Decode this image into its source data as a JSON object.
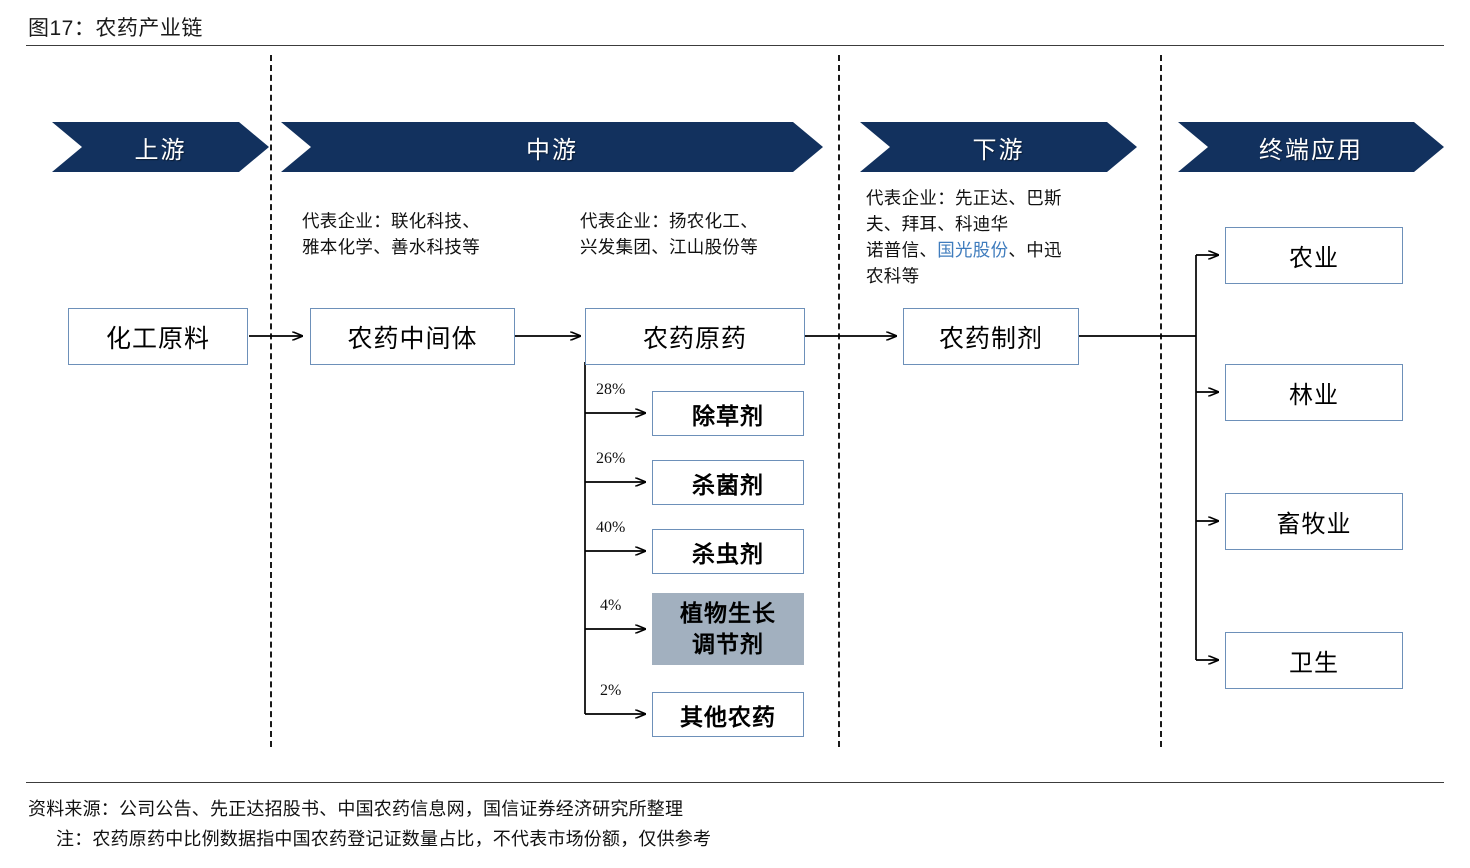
{
  "figure": {
    "title": "图17：农药产业链"
  },
  "stages": [
    {
      "id": "upstream",
      "label": "上游"
    },
    {
      "id": "midstream",
      "label": "中游"
    },
    {
      "id": "downstream",
      "label": "下游"
    },
    {
      "id": "enduse",
      "label": "终端应用"
    }
  ],
  "notes": {
    "intermediate": {
      "line1": "代表企业：联化科技、",
      "line2": "雅本化学、善水科技等"
    },
    "technical": {
      "line1": "代表企业：扬农化工、",
      "line2": "兴发集团、江山股份等"
    },
    "formulation": {
      "line1": "代表企业：先正达、巴斯",
      "line2": "夫、拜耳、科迪华",
      "line3_pre": "诺普信、",
      "line3_highlight": "国光股份",
      "line3_post": "、中迅",
      "line4": "农科等"
    }
  },
  "chain": {
    "raw_material": "化工原料",
    "intermediate": "农药中间体",
    "technical": "农药原药",
    "formulation": "农药制剂"
  },
  "pesticide_types": [
    {
      "label": "除草剂",
      "share": "28%",
      "highlight": false
    },
    {
      "label": "杀菌剂",
      "share": "26%",
      "highlight": false
    },
    {
      "label": "杀虫剂",
      "share": "40%",
      "highlight": false
    },
    {
      "label": "植物生长\n调节剂",
      "share": "4%",
      "highlight": true
    },
    {
      "label": "其他农药",
      "share": "2%",
      "highlight": false
    }
  ],
  "applications": [
    {
      "label": "农业"
    },
    {
      "label": "林业"
    },
    {
      "label": "畜牧业"
    },
    {
      "label": "卫生"
    }
  ],
  "footer": {
    "source": "资料来源：公司公告、先正达招股书、中国农药信息网，国信证券经济研究所整理",
    "note": "注：农药原药中比例数据指中国农药登记证数量占比，不代表市场份额，仅供参考"
  },
  "colors": {
    "banner": "#12315e",
    "box_border": "#6d90b9",
    "highlight_fill": "#a2b0bf",
    "link_blue": "#3f7cbd"
  }
}
